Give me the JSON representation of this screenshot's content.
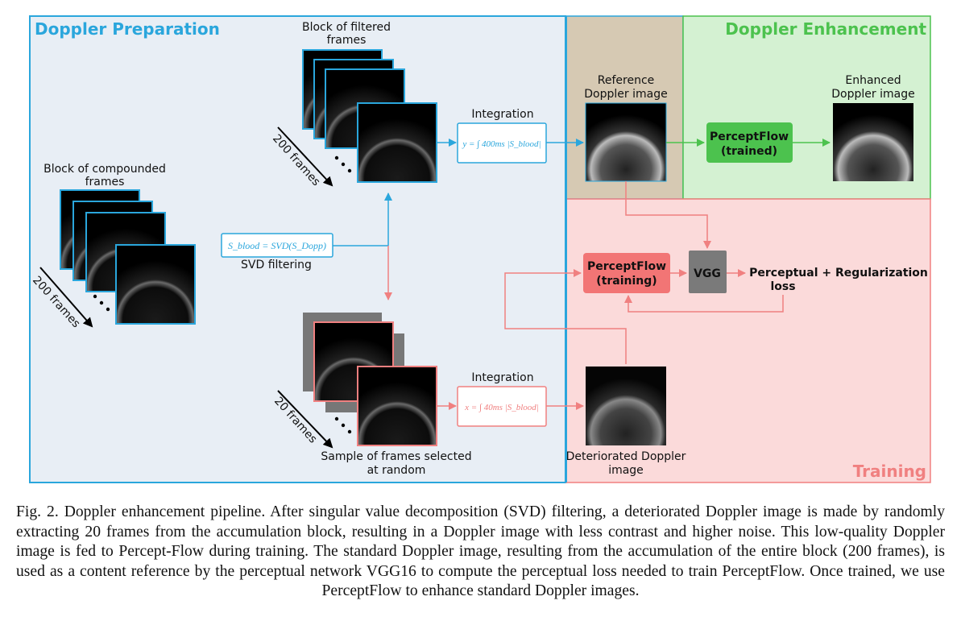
{
  "sections": {
    "preparation": "Doppler Preparation",
    "enhancement": "Doppler Enhancement",
    "training": "Training"
  },
  "labels": {
    "filtered_block": [
      "Block of filtered",
      "frames"
    ],
    "compounded_block": [
      "Block of compounded",
      "frames"
    ],
    "frames_200_a": "200 frames",
    "frames_200_b": "200 frames",
    "frames_20": "20 frames",
    "svd_caption": "SVD filtering",
    "integration_top": "Integration",
    "integration_bottom": "Integration",
    "reference_image": [
      "Reference",
      "Doppler image"
    ],
    "enhanced_image": [
      "Enhanced",
      "Doppler image"
    ],
    "deteriorated_image": [
      "Deteriorated Doppler",
      "image"
    ],
    "sample_frames": [
      "Sample of frames selected",
      "at random"
    ],
    "loss": [
      "Perceptual + Regularization",
      "loss"
    ]
  },
  "formulas": {
    "svd": "S_blood = SVD(S_Dopp)",
    "y_integral": "y = ∫ 400ms |S_blood|",
    "x_integral": "x = ∫ 40ms |S_blood|"
  },
  "boxes": {
    "perceptflow_trained": [
      "PerceptFlow",
      "(trained)"
    ],
    "perceptflow_training": [
      "PerceptFlow",
      "(training)"
    ],
    "vgg": "VGG"
  },
  "colors": {
    "blue": "#2aa6dc",
    "green": "#4cc24e",
    "red": "#f08080",
    "prep_bg": "#e8eef5",
    "enh_bg": "#d4f1d2",
    "train_bg": "#fbdada",
    "ref_bg": "#d6c9b3"
  },
  "caption": "Fig. 2.  Doppler enhancement pipeline. After singular value decomposition (SVD) filtering, a deteriorated Doppler image is made by randomly extracting 20 frames from the accumulation block, resulting in a Doppler image with less contrast and higher noise. This low-quality Doppler image is fed to Percept-Flow during training. The standard Doppler image, resulting from the accumulation of the entire block (200 frames), is used as a content reference by the perceptual network VGG16 to compute the perceptual loss needed to train PerceptFlow. Once trained, we use PerceptFlow to enhance standard Doppler images."
}
